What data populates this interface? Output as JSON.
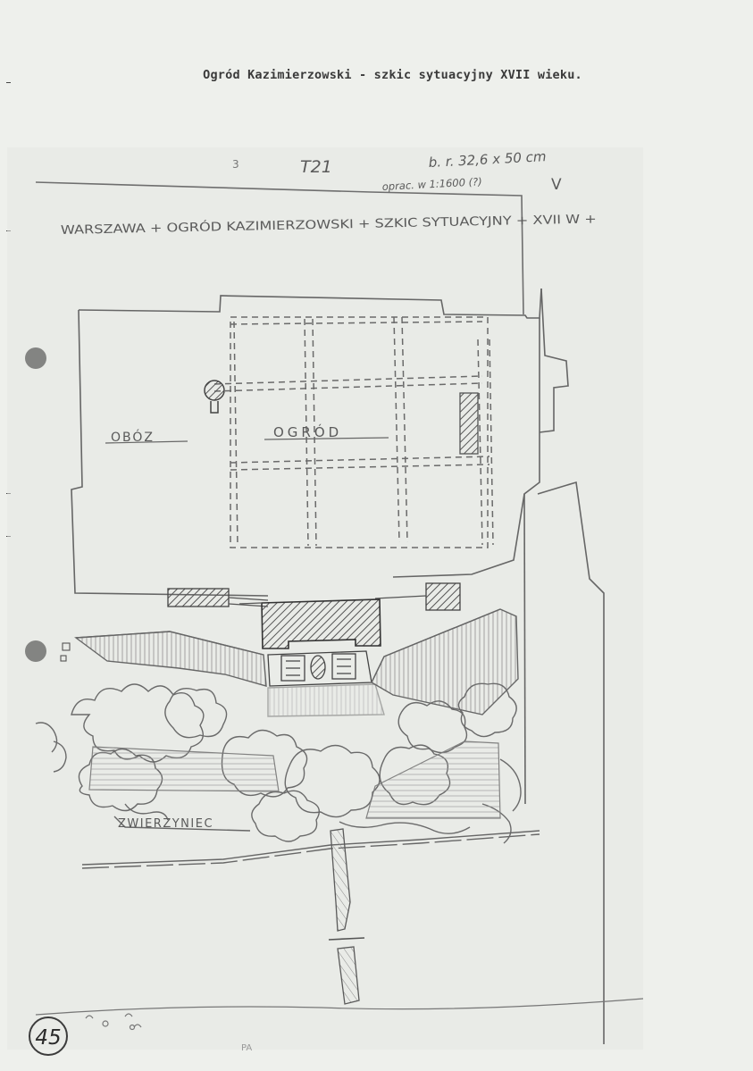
{
  "document": {
    "typed_title": "Ogród Kazimierzowski - szkic sytuacyjny XVII wieku.",
    "archive_marks": {
      "number": "T21",
      "dimensions_note": "b. r. 32,6 x 50 cm",
      "scale_note": "oprac. w 1:1600 (?)",
      "check_mark": "V",
      "page_number": "45"
    }
  },
  "sketch": {
    "header_label": "WARSZAWA + OGRÓD KAZIMIERZOWSKI + SZKIC SYTUACYJNY + XVII W +",
    "area_labels": {
      "camp": "OBÓZ",
      "garden": "OGRÓD",
      "menagerie": "ZWIERZYNIEC"
    }
  },
  "colors": {
    "paper": "#eef0ec",
    "ink_typed": "#3a3a3a",
    "pencil": "#6e6e6e",
    "punch_hole": "#0c0c0c"
  }
}
